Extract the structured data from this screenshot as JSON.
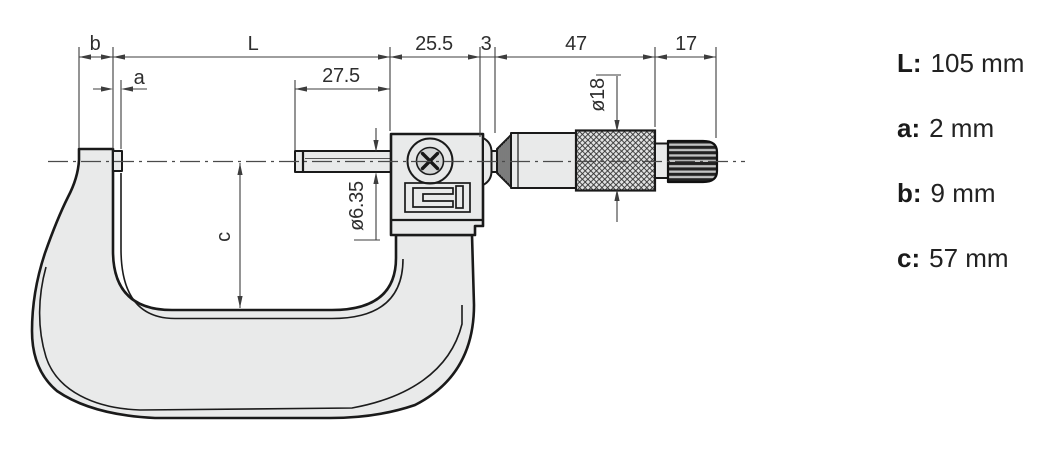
{
  "dims": {
    "b": "b",
    "L": "L",
    "a": "a",
    "c": "c",
    "len_25_5": "25.5",
    "len_3": "3",
    "len_47": "47",
    "len_17": "17",
    "len_27_5": "27.5",
    "dia_spindle": "ø6.35",
    "dia_thimble": "ø18"
  },
  "legend": {
    "items": [
      {
        "label": "L:",
        "value": "105 mm"
      },
      {
        "label": "a:",
        "value": "2 mm"
      },
      {
        "label": "b:",
        "value": "9 mm"
      },
      {
        "label": "c:",
        "value": "57 mm"
      }
    ]
  },
  "colors": {
    "outline": "#1a1a1a",
    "body_fill": "#e9eaea",
    "dimension_lines": "#3d3d3d",
    "background": "#ffffff"
  }
}
